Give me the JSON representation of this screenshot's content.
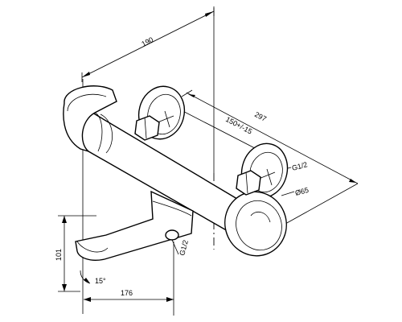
{
  "drawing": {
    "dimensions": {
      "overall_height": "190",
      "length": "297",
      "center_distance": "150+/-15",
      "thread_inlet": "G1/2",
      "rosette": "Ø65",
      "spout_height": "101",
      "spout_reach": "176",
      "spout_angle": "15°",
      "thread_outlet": "G1/2"
    }
  }
}
